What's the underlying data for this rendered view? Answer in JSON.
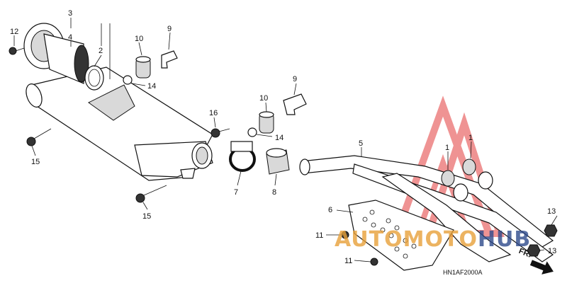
{
  "diagram": {
    "callouts": [
      {
        "id": "c12",
        "text": "12"
      },
      {
        "id": "c3",
        "text": "3"
      },
      {
        "id": "c4",
        "text": "4"
      },
      {
        "id": "c2",
        "text": "2"
      },
      {
        "id": "c10a",
        "text": "10"
      },
      {
        "id": "c9a",
        "text": "9"
      },
      {
        "id": "c14a",
        "text": "14"
      },
      {
        "id": "c9b",
        "text": "9"
      },
      {
        "id": "c10b",
        "text": "10"
      },
      {
        "id": "c16",
        "text": "16"
      },
      {
        "id": "c14b",
        "text": "14"
      },
      {
        "id": "c15a",
        "text": "15"
      },
      {
        "id": "c15b",
        "text": "15"
      },
      {
        "id": "c7",
        "text": "7"
      },
      {
        "id": "c8",
        "text": "8"
      },
      {
        "id": "c5",
        "text": "5"
      },
      {
        "id": "c1a",
        "text": "1"
      },
      {
        "id": "c1b",
        "text": "1"
      },
      {
        "id": "c6",
        "text": "6"
      },
      {
        "id": "c11a",
        "text": "11"
      },
      {
        "id": "c11b",
        "text": "11"
      },
      {
        "id": "c13a",
        "text": "13"
      },
      {
        "id": "c13b",
        "text": "13"
      }
    ],
    "direction_label": "FR.",
    "diagram_code": "HN1AF2000A"
  },
  "watermark": {
    "text_part1": "AUTOMOTO",
    "text_part2": "HUB",
    "color_red": "#e23b3b",
    "color_blue": "#2e4a8c"
  }
}
